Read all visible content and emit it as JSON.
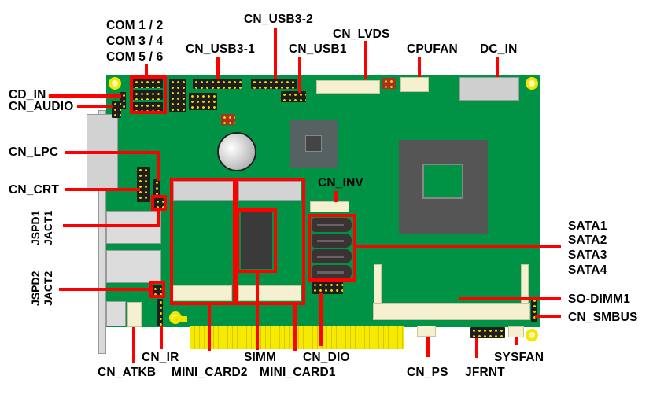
{
  "diagram": {
    "title": "Motherboard connector layout",
    "colors": {
      "pcb": "#009245",
      "callout": "#ff0000",
      "label": "#000000",
      "mount_hole": "#f3e600",
      "pcie_gold": "#f5ea00"
    },
    "labels": {
      "com12": "COM 1 / 2",
      "com34": "COM 3 / 4",
      "com56": "COM 5 / 6",
      "cn_usb3_2": "CN_USB3-2",
      "cn_usb3_1": "CN_USB3-1",
      "cn_lvds": "CN_LVDS",
      "cn_usb1": "CN_USB1",
      "cpufan": "CPUFAN",
      "dc_in": "DC_IN",
      "cd_in": "CD_IN",
      "cn_audio": "CN_AUDIO",
      "cn_lpc": "CN_LPC",
      "cn_crt": "CN_CRT",
      "jspd1": "JSPD1",
      "jact1": "JACT1",
      "jspd2": "JSPD2",
      "jact2": "JACT2",
      "cn_inv": "CN_INV",
      "sata1": "SATA1",
      "sata2": "SATA2",
      "sata3": "SATA3",
      "sata4": "SATA4",
      "so_dimm1": "SO-DIMM1",
      "cn_smbus": "CN_SMBUS",
      "cn_ir": "CN_IR",
      "cn_atkb": "CN_ATKB",
      "mini_card2": "MINI_CARD2",
      "simm": "SIMM",
      "mini_card1": "MINI_CARD1",
      "cn_dio": "CN_DIO",
      "cn_ps": "CN_PS",
      "jfrnt": "JFRNT",
      "sysfan": "SYSFAN"
    }
  }
}
